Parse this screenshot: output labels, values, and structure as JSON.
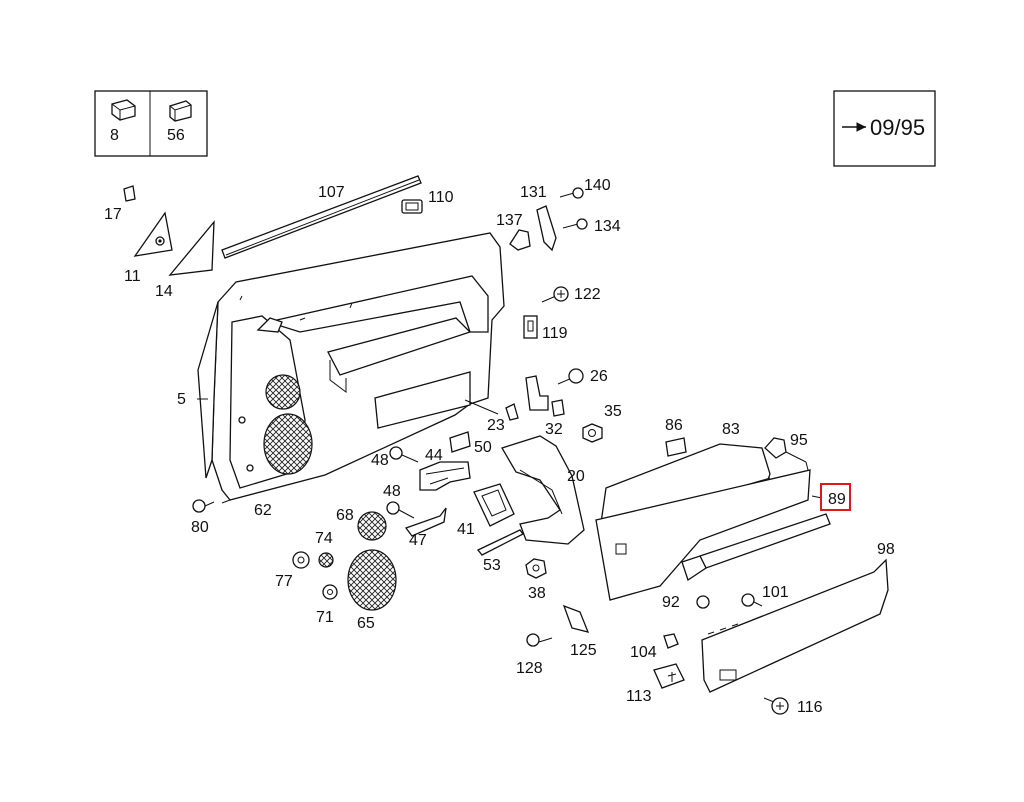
{
  "diagram": {
    "legend_box": {
      "items": [
        {
          "label": "8"
        },
        {
          "label": "56"
        }
      ]
    },
    "date_box": {
      "label": "09/95"
    },
    "highlighted_label": "89",
    "part_labels": [
      "107",
      "110",
      "17",
      "11",
      "14",
      "131",
      "140",
      "137",
      "134",
      "122",
      "119",
      "5",
      "26",
      "23",
      "32",
      "35",
      "86",
      "83",
      "95",
      "48",
      "44",
      "50",
      "20",
      "89",
      "80",
      "62",
      "68",
      "48",
      "47",
      "41",
      "74",
      "53",
      "98",
      "77",
      "38",
      "92",
      "101",
      "71",
      "65",
      "125",
      "104",
      "128",
      "113",
      "116"
    ]
  }
}
